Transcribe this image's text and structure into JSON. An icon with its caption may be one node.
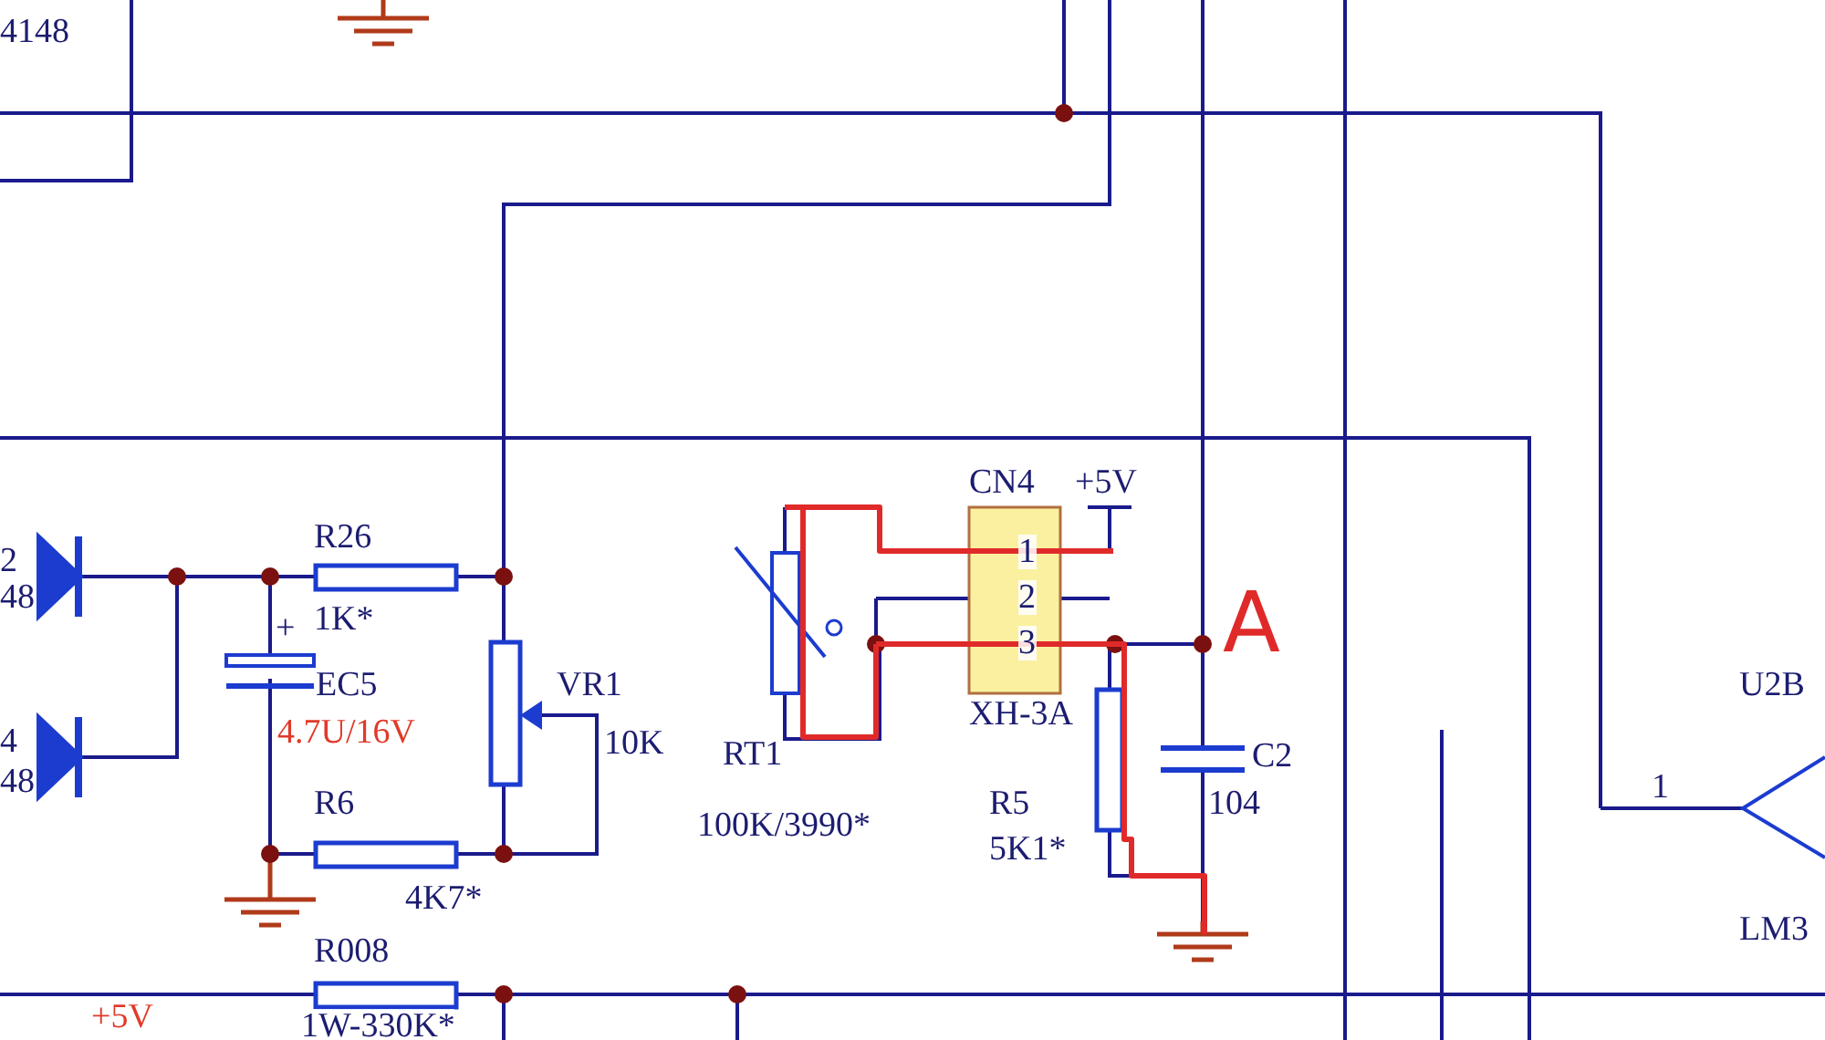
{
  "diagram": {
    "labels": [
      "4148",
      "2",
      "48",
      "4",
      "48",
      "R26",
      "1K*",
      "+",
      "EC5",
      "4.7U/16V",
      "VR1",
      "10K",
      "R6",
      "4K7*",
      "R008",
      "1W-330K*",
      "+5V",
      "RT1",
      "100K/3990*",
      "CN4",
      "+5V",
      "1",
      "2",
      "3",
      "XH-3A",
      "R5",
      "5K1*",
      "C2",
      "104",
      "A",
      "U2B",
      "1",
      "LM3"
    ]
  }
}
